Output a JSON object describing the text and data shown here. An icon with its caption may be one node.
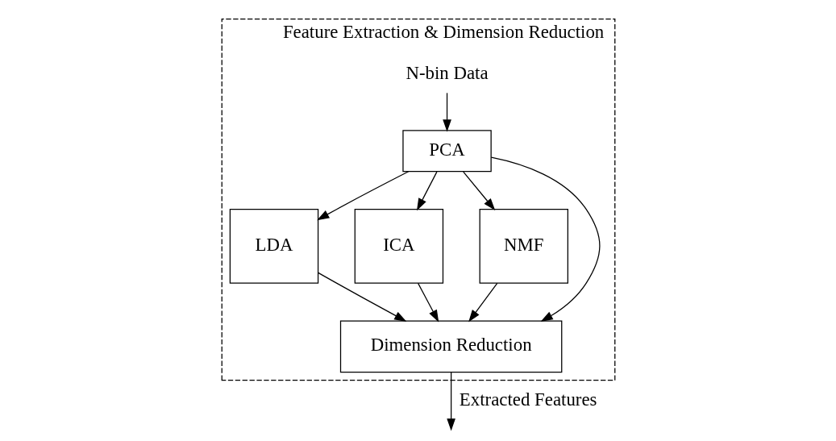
{
  "diagram": {
    "nodes": [
      {
        "text": [
          "Feature Extraction & Dimension Reduction"
        ]
      },
      {
        "text": [
          "N-bin Data"
        ],
        "in": 0
      },
      {
        "text": [
          "PCA"
        ],
        "in": 0
      },
      {
        "text": [
          "LDA"
        ],
        "in": 0
      },
      {
        "text": [
          "ICA"
        ],
        "in": 0
      },
      {
        "text": [
          "NMF"
        ],
        "in": 0
      },
      {
        "text": [
          "Dimension Reduction"
        ],
        "in": 0
      }
    ],
    "edges": [
      {
        "from": 1,
        "to": 2,
        "arrow": "to"
      },
      {
        "from": 2,
        "to": 3,
        "arrow": "to"
      },
      {
        "from": 2,
        "to": 4,
        "arrow": "to"
      },
      {
        "from": 2,
        "to": 5,
        "arrow": "to"
      },
      {
        "from": 2,
        "to": 6,
        "arrow": "to"
      },
      {
        "from": 3,
        "to": 6,
        "arrow": "to"
      },
      {
        "from": 4,
        "to": 6,
        "arrow": "to"
      },
      {
        "from": 5,
        "to": 6,
        "arrow": "to"
      },
      {
        "from": 6,
        "to": null,
        "arrow": "to",
        "label": "Extracted Features"
      }
    ]
  }
}
